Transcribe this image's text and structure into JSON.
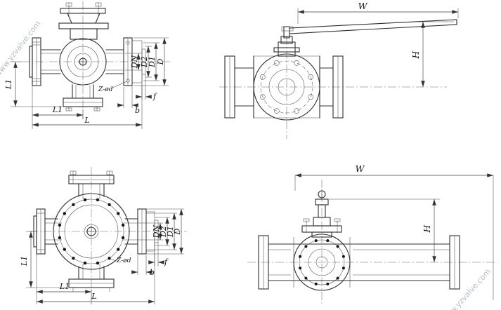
{
  "drawing": {
    "watermark": "www.yzvalve.com",
    "views": {
      "front_threeway": {
        "dims": {
          "dn": "DN",
          "d2": "D2",
          "d1": "D1",
          "d": "D",
          "z": "Z-ød",
          "f": "f",
          "b": "b",
          "l1_vert": "L1",
          "l1_horiz": "L1",
          "l": "L"
        }
      },
      "side_threeway": {
        "dims": {
          "w": "W",
          "h": "H"
        }
      },
      "front_fourway": {
        "dims": {
          "dn": "DN",
          "d2": "D2",
          "d1": "D1",
          "d": "D",
          "z": "Z-ød",
          "f": "f",
          "b": "b",
          "l1_vert": "L1",
          "l1_horiz": "L1",
          "l": "L"
        }
      },
      "side_fourway": {
        "dims": {
          "w": "W",
          "h": "H"
        }
      }
    }
  }
}
